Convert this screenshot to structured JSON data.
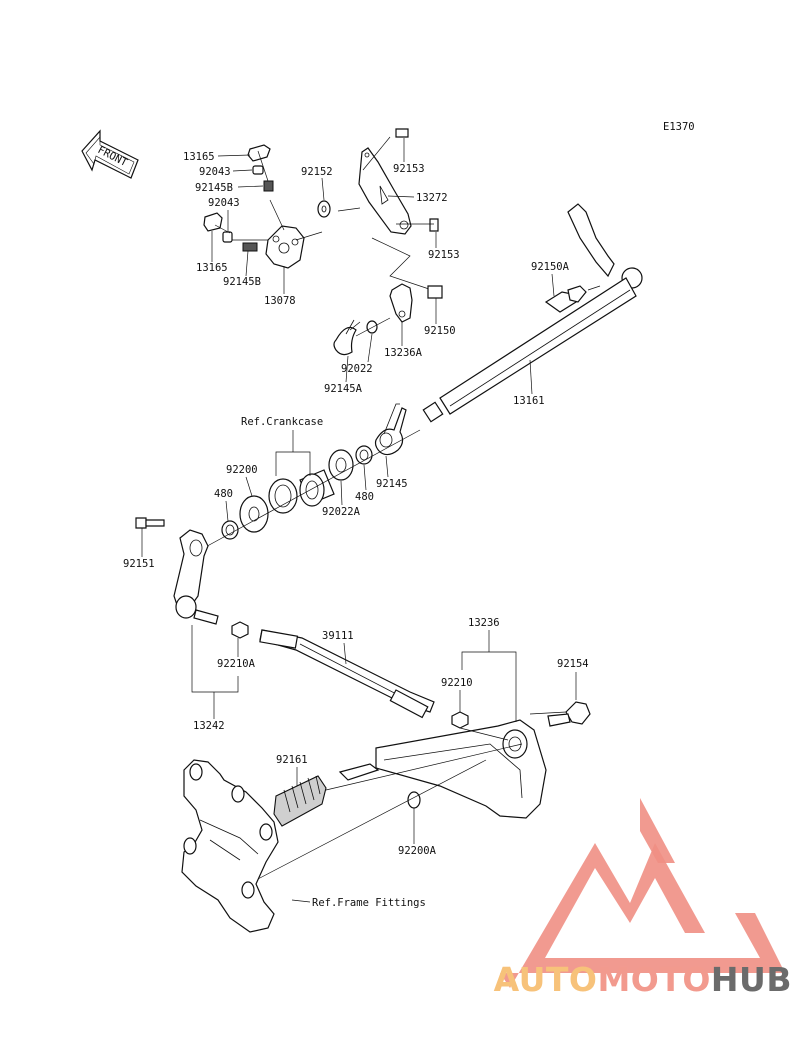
{
  "diagram_code": "E1370",
  "front_arrow_label": "FRONT",
  "ref_labels": {
    "crankcase": "Ref.Crankcase",
    "frame_fittings": "Ref.Frame Fittings"
  },
  "part_labels": [
    "13165",
    "92043",
    "92145B",
    "92043",
    "13165",
    "92145B",
    "13078",
    "92152",
    "92153",
    "13272",
    "92153",
    "92150A",
    "92150",
    "13236A",
    "92022",
    "92145A",
    "13161",
    "92145",
    "480",
    "92022A",
    "92200",
    "480",
    "92151",
    "92210A",
    "13242",
    "39111",
    "13236",
    "92210",
    "92154",
    "92161",
    "92200A"
  ],
  "brand": {
    "part1": "AUTO",
    "part2": "MOTO",
    "part3": "HUB",
    "color1": "#f7c27a",
    "color2": "#f29a8e",
    "color3": "#6b6b6b",
    "logo_color": "#f08f84"
  }
}
